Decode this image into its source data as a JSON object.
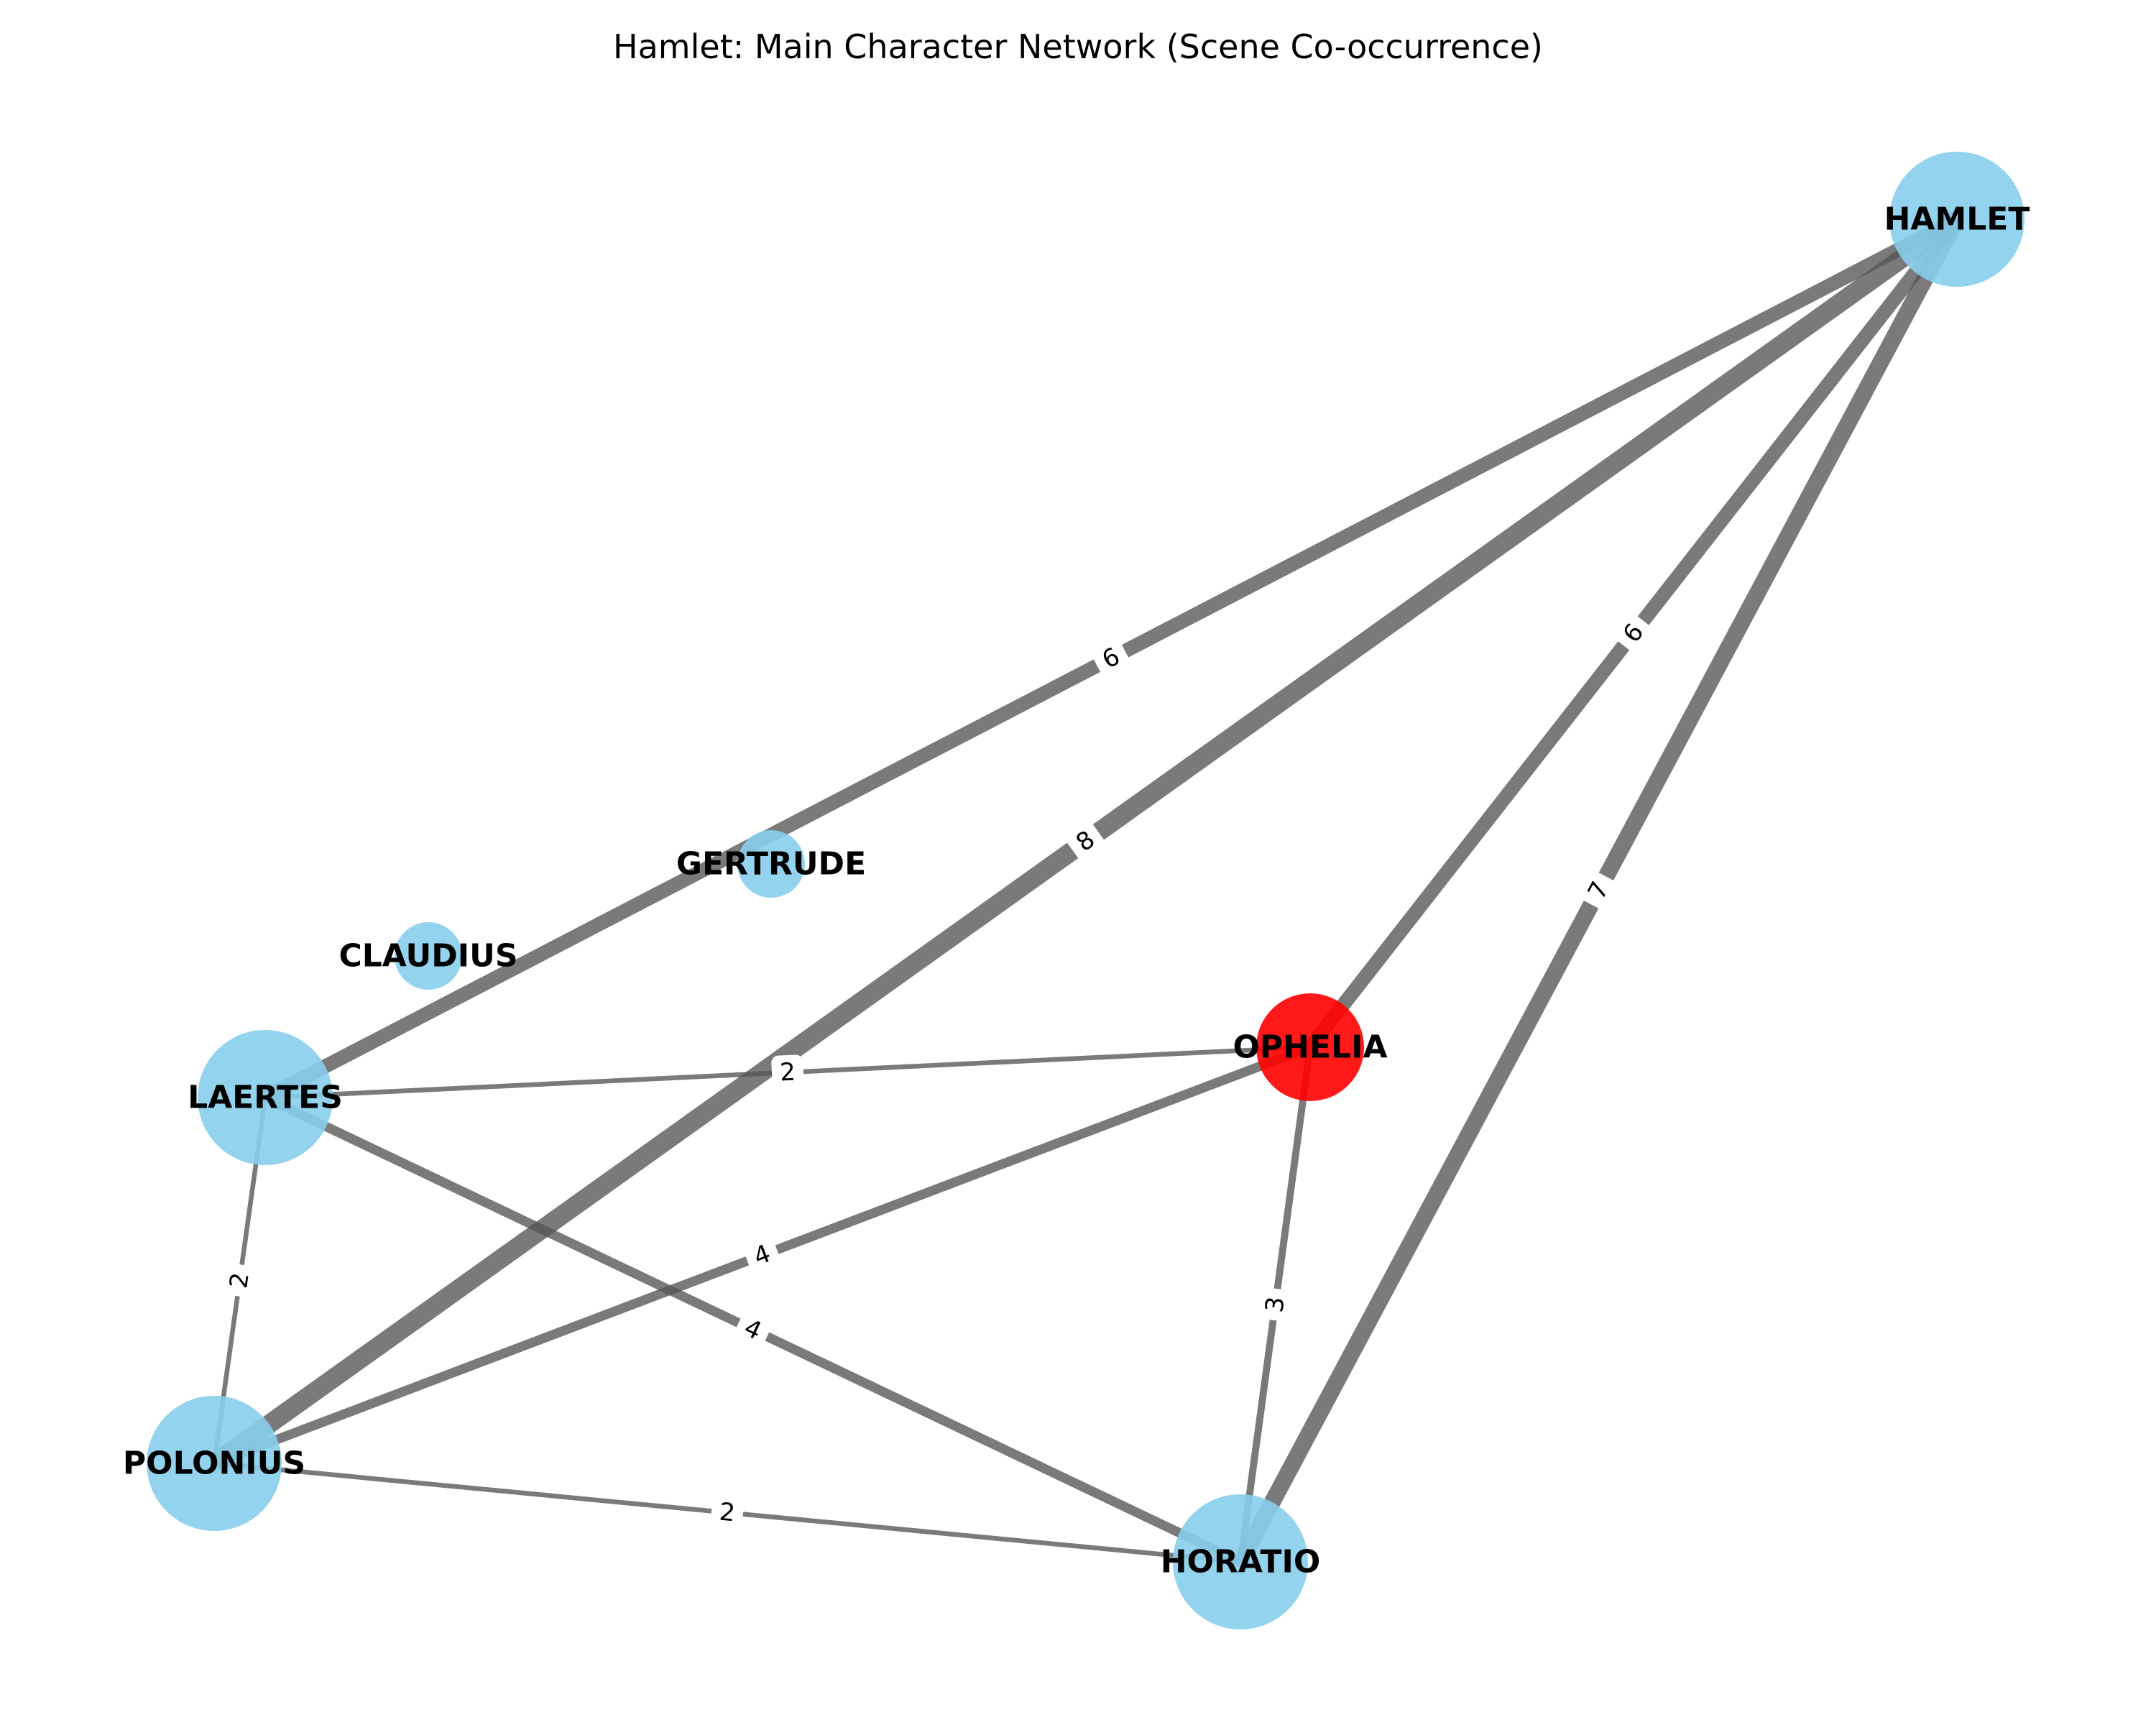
{
  "title": "Hamlet: Main Character Network (Scene Co-occurrence)",
  "colors": {
    "default_node": "#87CEEB",
    "highlight_node": "#FF0000",
    "edge": "#555555"
  },
  "nodes": [
    {
      "id": "HAMLET",
      "label": "HAMLET",
      "size": "large",
      "highlight": false
    },
    {
      "id": "GERTRUDE",
      "label": "GERTRUDE",
      "size": "small",
      "highlight": false
    },
    {
      "id": "CLAUDIUS",
      "label": "CLAUDIUS",
      "size": "small",
      "highlight": false
    },
    {
      "id": "OPHELIA",
      "label": "OPHELIA",
      "size": "medium",
      "highlight": true
    },
    {
      "id": "LAERTES",
      "label": "LAERTES",
      "size": "large",
      "highlight": false
    },
    {
      "id": "POLONIUS",
      "label": "POLONIUS",
      "size": "large",
      "highlight": false
    },
    {
      "id": "HORATIO",
      "label": "HORATIO",
      "size": "large",
      "highlight": false
    }
  ],
  "edges": [
    {
      "source": "HAMLET",
      "target": "LAERTES",
      "weight": 6
    },
    {
      "source": "HAMLET",
      "target": "POLONIUS",
      "weight": 8
    },
    {
      "source": "HAMLET",
      "target": "OPHELIA",
      "weight": 6
    },
    {
      "source": "HAMLET",
      "target": "HORATIO",
      "weight": 7
    },
    {
      "source": "LAERTES",
      "target": "OPHELIA",
      "weight": 2
    },
    {
      "source": "LAERTES",
      "target": "POLONIUS",
      "weight": 2
    },
    {
      "source": "LAERTES",
      "target": "HORATIO",
      "weight": 4
    },
    {
      "source": "POLONIUS",
      "target": "OPHELIA",
      "weight": 4
    },
    {
      "source": "POLONIUS",
      "target": "HORATIO",
      "weight": 2
    },
    {
      "source": "OPHELIA",
      "target": "HORATIO",
      "weight": 3
    }
  ]
}
